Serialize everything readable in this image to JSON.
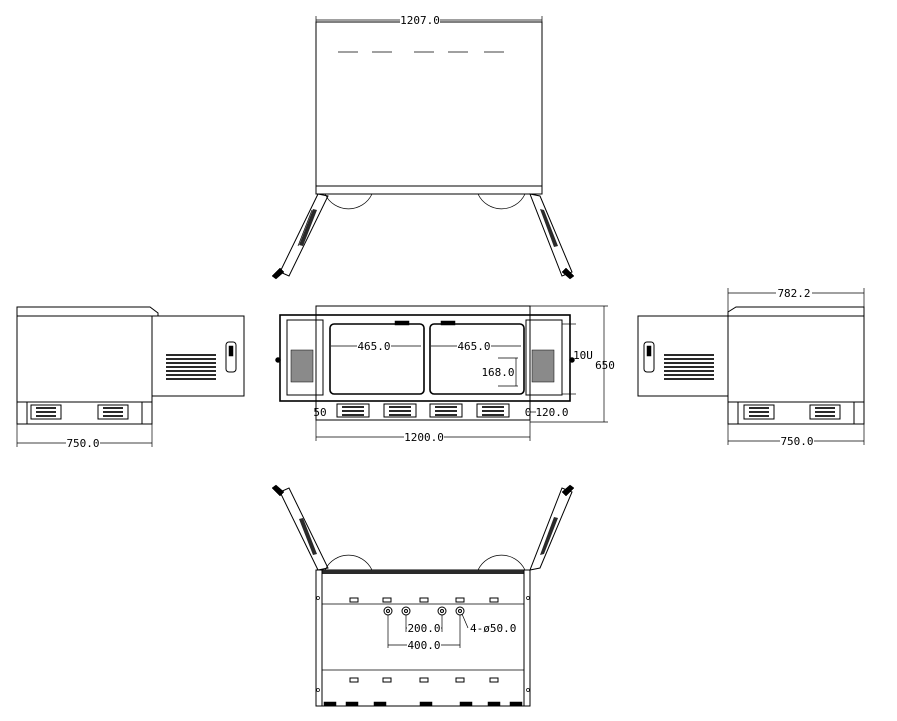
{
  "dimensions": {
    "top_width": "1207.0",
    "front_inner_left": "465.0",
    "front_inner_right": "465.0",
    "rack_units": "10U",
    "front_height": "650",
    "front_inner_height": "168.0",
    "front_side_left": "50",
    "front_side_right": "0",
    "front_base_height": "120.0",
    "front_width": "1200.0",
    "left_depth": "750.0",
    "right_top_width": "782.2",
    "right_depth": "750.0",
    "bottom_hole_spacing": "200.0",
    "bottom_hole_span": "400.0",
    "bottom_holes": "4-ø50.0"
  }
}
